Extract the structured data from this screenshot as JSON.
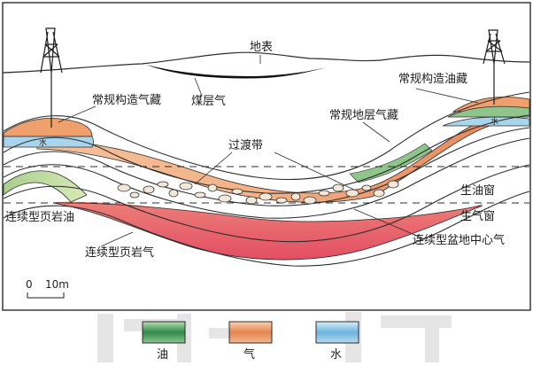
{
  "labels": {
    "surface": "地表",
    "coalbed_gas": "煤层气",
    "conv_struct_gas": "常规构造气藏",
    "conv_struct_oil": "常规构造油藏",
    "conv_strat_gas": "常规地层气藏",
    "transition_zone": "过渡带",
    "oil_window": "生油窗",
    "gas_window": "生气窗",
    "cont_shale_oil": "连续型页岩油",
    "cont_shale_gas": "连续型页岩气",
    "cont_basin_center_gas": "连续型盆地中心气",
    "water_left": "水",
    "water_right": "水"
  },
  "scale": {
    "zero": "0",
    "length": "10m"
  },
  "legend": [
    {
      "label": "油",
      "color": "#3f9a57"
    },
    {
      "label": "气",
      "color": "#e89063"
    },
    {
      "label": "水",
      "color": "#6eb6de"
    }
  ],
  "colors": {
    "oil": "#8fc58a",
    "gas": "#f0a06c",
    "water": "#a9d5ec",
    "shale_gas": "#e8616d",
    "coal": "#111111",
    "outline": "#2c2c2c"
  },
  "icons": {
    "derrick_left": "oil-derrick-icon",
    "derrick_right": "oil-derrick-icon"
  }
}
